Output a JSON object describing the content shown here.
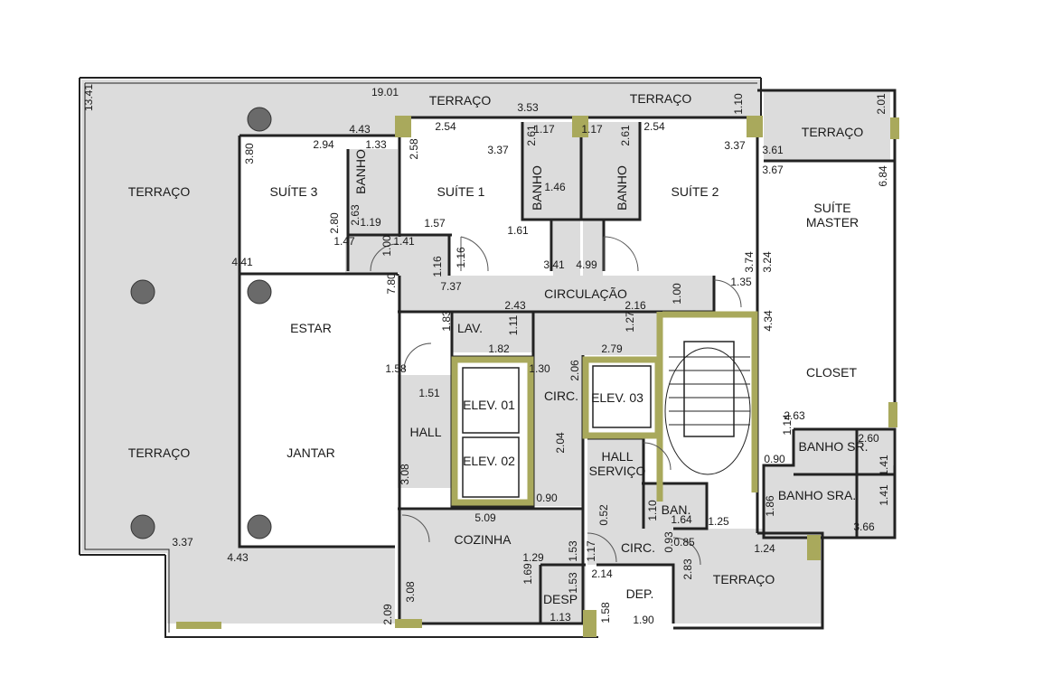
{
  "colors": {
    "fill_gray": "#dcdcdc",
    "pillar_olive": "#a9a95c",
    "column": "#6a6a6a",
    "wall": "#222222"
  },
  "rooms": {
    "terraco_top_1": "TERRAÇO",
    "terraco_top_2": "TERRAÇO",
    "terraco_right": "TERRAÇO",
    "terraco_left_upper": "TERRAÇO",
    "terraco_left_lower": "TERRAÇO",
    "suite3": "SUÍTE 3",
    "banho_suite3": "BANHO",
    "suite1": "SUÍTE 1",
    "banho_suite1": "BANHO",
    "banho_suite2": "BANHO",
    "suite2": "SUÍTE 2",
    "suite_master": "SUÍTE MASTER",
    "circulacao": "CIRCULAÇÃO",
    "estar": "ESTAR",
    "lav": "LAV.",
    "closet": "CLOSET",
    "elev01": "ELEV. 01",
    "circ_upper": "CIRC.",
    "elev03": "ELEV. 03",
    "hall": "HALL",
    "jantar": "JANTAR",
    "elev02": "ELEV. 02",
    "hall_servico": "HALL SERVIÇO",
    "banho_sr": "BANHO SR.",
    "banho_sra": "BANHO SRA.",
    "ban": "BAN.",
    "cozinha": "COZINHA",
    "circ_lower": "CIRC.",
    "terraco_service": "TERRAÇO",
    "dep": "DEP.",
    "desp": "DESP"
  },
  "dimensions": [
    "13.41",
    "19.01",
    "3.53",
    "1.10",
    "2.01",
    "4.43",
    "2.54",
    "2.54",
    "2.94",
    "1.33",
    "2.58",
    "2.61",
    "1.17",
    "1.17",
    "2.61",
    "3.37",
    "3.37",
    "3.61",
    "3.67",
    "6.84",
    "3.80",
    "1.46",
    "2.63",
    "1.19",
    "2.80",
    "1.57",
    "1.61",
    "1.47",
    "1.00",
    "1.41",
    "4.41",
    "1.16",
    "1.16",
    "3.41",
    "4.99",
    "3.74",
    "3.24",
    "7.80",
    "7.37",
    "1.00",
    "1.35",
    "2.43",
    "2.16",
    "1.83",
    "1.11",
    "1.27",
    "4.34",
    "1.82",
    "2.79",
    "1.58",
    "1.30",
    "2.06",
    "1.51",
    "2.63",
    "1.14",
    "2.04",
    "2.60",
    "0.90",
    "1.41",
    "3.08",
    "1.41",
    "0.90",
    "1.86",
    "0.52",
    "1.10",
    "1.64",
    "5.09",
    "1.25",
    "3.66",
    "3.37",
    "0.85",
    "0.93",
    "1.17",
    "1.53",
    "1.24",
    "4.43",
    "1.29",
    "1.69",
    "2.14",
    "1.53",
    "2.83",
    "3.08",
    "2.09",
    "1.13",
    "1.58",
    "1.90"
  ]
}
